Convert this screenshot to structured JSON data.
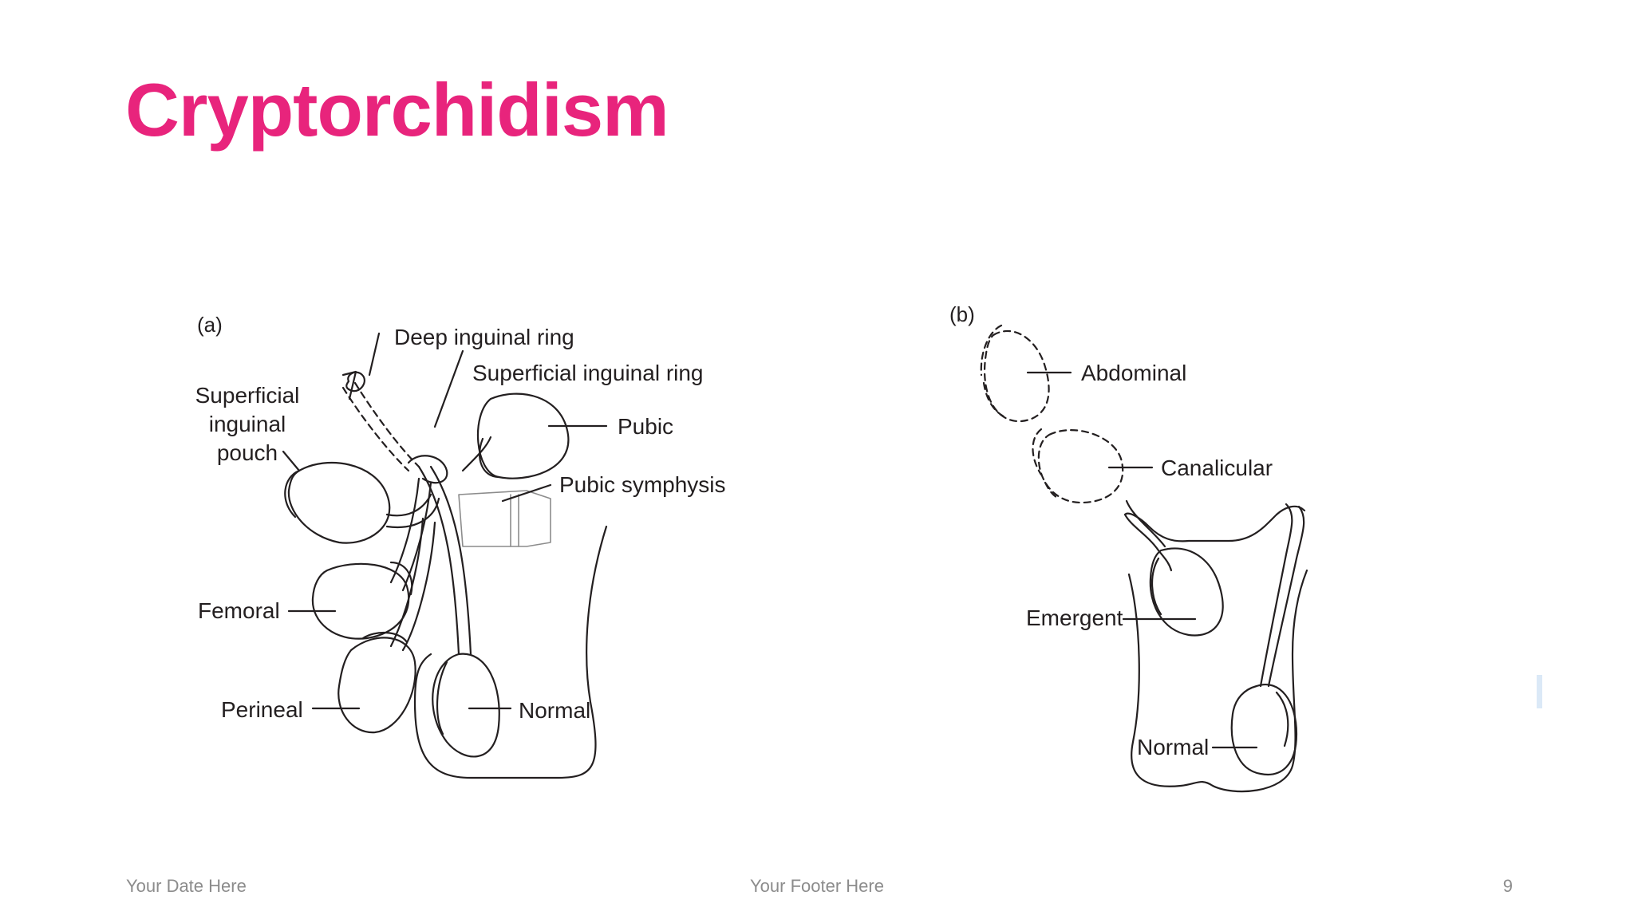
{
  "slide": {
    "title": "Cryptorchidism"
  },
  "panel_a": {
    "label": "(a)",
    "labels": {
      "deep_ring": "Deep inguinal ring",
      "superficial_ring": "Superficial inguinal ring",
      "pouch_line1": "Superficial",
      "pouch_line2": "inguinal",
      "pouch_line3": "pouch",
      "pubic": "Pubic",
      "symphysis": "Pubic symphysis",
      "femoral": "Femoral",
      "perineal": "Perineal",
      "normal": "Normal"
    }
  },
  "panel_b": {
    "label": "(b)",
    "labels": {
      "abdominal": "Abdominal",
      "canalicular": "Canalicular",
      "emergent": "Emergent",
      "normal": "Normal"
    }
  },
  "footer": {
    "date": "Your Date Here",
    "center": "Your Footer Here",
    "page": "9"
  }
}
